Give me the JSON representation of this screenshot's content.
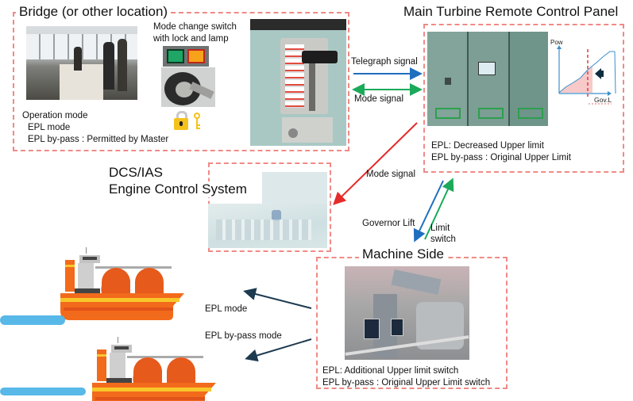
{
  "bridge": {
    "title": "Bridge (or other location)",
    "switch_caption_1": "Mode change switch",
    "switch_caption_2": "with lock and lamp",
    "operation_mode": "Operation mode",
    "epl_mode": "EPL mode",
    "epl_bypass": "EPL by-pass : Permitted by Master",
    "icons": [
      "bridge-photo",
      "mode-lamp-green",
      "mode-lamp-orange",
      "key-switch-photo",
      "padlock-icon",
      "key-icon",
      "telegraph-panel-photo"
    ]
  },
  "turbine": {
    "title": "Main Turbine Remote Control Panel",
    "epl": "EPL: Decreased Upper limit",
    "epl_bypass": "EPL by-pass : Original Upper Limit",
    "mini_chart": {
      "y_label": "Pow",
      "x_label": "Gov.L"
    }
  },
  "dcs": {
    "title_1": "DCS/IAS",
    "title_2": "Engine Control System"
  },
  "machine": {
    "title": "Machine Side",
    "epl": "EPL: Additional Upper limit switch",
    "epl_bypass": "EPL by-pass : Original Upper Limit switch"
  },
  "signals": {
    "telegraph": "Telegraph signal",
    "mode_top": "Mode signal",
    "mode_diag": "Mode signal",
    "governor": "Governor Lift",
    "limit_1": "Limit",
    "limit_2": "switch",
    "epl_mode": "EPL mode",
    "epl_bypass_mode": "EPL by-pass mode"
  },
  "colors": {
    "dash_border": "#f08a86",
    "telegraph_arrow": "#1f6fbf",
    "mode_arrow": "#1aaa5a",
    "mode_diag_arrow": "#e62a2a",
    "ship_arrow": "#1c3a50",
    "ship_hull": "#f26a1b",
    "ship_stripe": "#f7c72a"
  }
}
